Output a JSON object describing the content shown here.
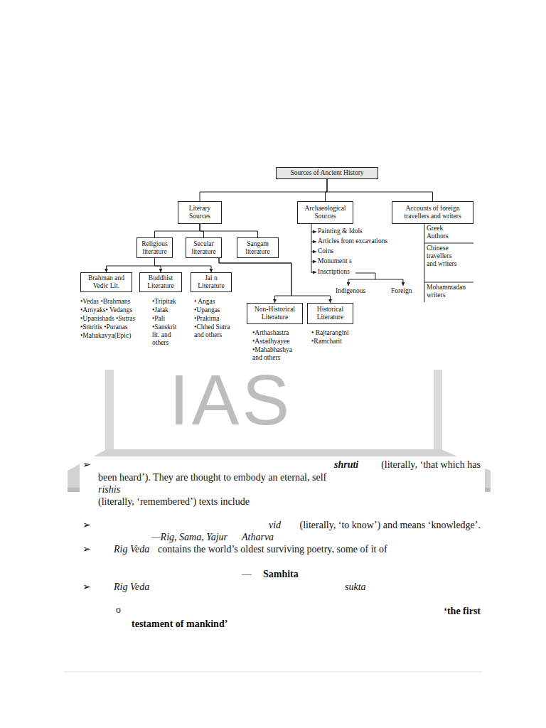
{
  "diagram": {
    "nodes": [
      {
        "text": [
          "Sources of Ancient History"
        ]
      },
      {
        "text": [
          "Literary Sources"
        ]
      },
      {
        "text": [
          "Archaeological Sources"
        ]
      },
      {
        "text": [
          "Accounts of foreign travellers and writers"
        ]
      },
      {
        "text": [
          "Religious literature"
        ]
      },
      {
        "text": [
          "Secular literature"
        ]
      },
      {
        "text": [
          "Sangam literature"
        ]
      },
      {
        "text": [
          "Brahman and Vedic Lit."
        ]
      },
      {
        "text": [
          "Buddhist Literature"
        ]
      },
      {
        "text": [
          "Jai n Literature"
        ]
      },
      {
        "text": [
          "Non-Historical Literature"
        ]
      },
      {
        "text": [
          "Historical Literature"
        ]
      }
    ],
    "edges": [
      {
        "from": 0,
        "to": 1,
        "arrow": "none"
      },
      {
        "from": 0,
        "to": 2,
        "arrow": "none"
      },
      {
        "from": 0,
        "to": 3,
        "arrow": "none"
      },
      {
        "from": 1,
        "to": 4,
        "arrow": "none"
      },
      {
        "from": 1,
        "to": 5,
        "arrow": "none"
      },
      {
        "from": 1,
        "to": 6,
        "arrow": "none"
      },
      {
        "from": 4,
        "to": 7,
        "arrow": "to"
      },
      {
        "from": 4,
        "to": 8,
        "arrow": "to"
      },
      {
        "from": 4,
        "to": 9,
        "arrow": "to"
      },
      {
        "from": 5,
        "to": 10,
        "arrow": "to"
      },
      {
        "from": 5,
        "to": 11,
        "arrow": "to"
      }
    ],
    "labels": [
      "•Vedas •Brahmans",
      "•Arnyaks• Vedangs",
      "•Upanishads •Sutras",
      "•Smritis •Puranas",
      "•Mahakavya(Epic)",
      "•Tripitak",
      "•Jatak",
      "•Pali",
      "•Sanskrit lit. and others",
      "• Angas",
      "•Upangas",
      "•Prakirna",
      "•Chhed Sutra and others",
      "Painting & Idols",
      "Articles from excavations",
      "Coins",
      "Monument s",
      "Inscriptions",
      "Indigenous",
      "Foreign",
      "Greek Authors",
      "Chinese travellers and writers",
      "Mohammadan writers",
      "•Arthashastra",
      "•Astadhyayee",
      "•Mahabhashya and others",
      "• Rajtarangini",
      "•Ramcharit",
      "IAS",
      "➢",
      "shruti",
      "(literally, ‘that which has",
      "been heard’). They are thought to embody an eternal, self",
      "rishis",
      "(literally, ‘remembered’) texts include",
      "➢",
      "vid",
      "(literally, ‘to know’) and means ‘knowledge’.",
      "—Rig, Sama, Yajur",
      "Atharva",
      "➢",
      "Rig Veda",
      "contains the world’s oldest surviving poetry, some of it of",
      "—",
      "Samhita",
      "➢",
      "Rig Veda",
      "sukta",
      "o",
      "‘the first",
      "testament of mankind’"
    ]
  }
}
